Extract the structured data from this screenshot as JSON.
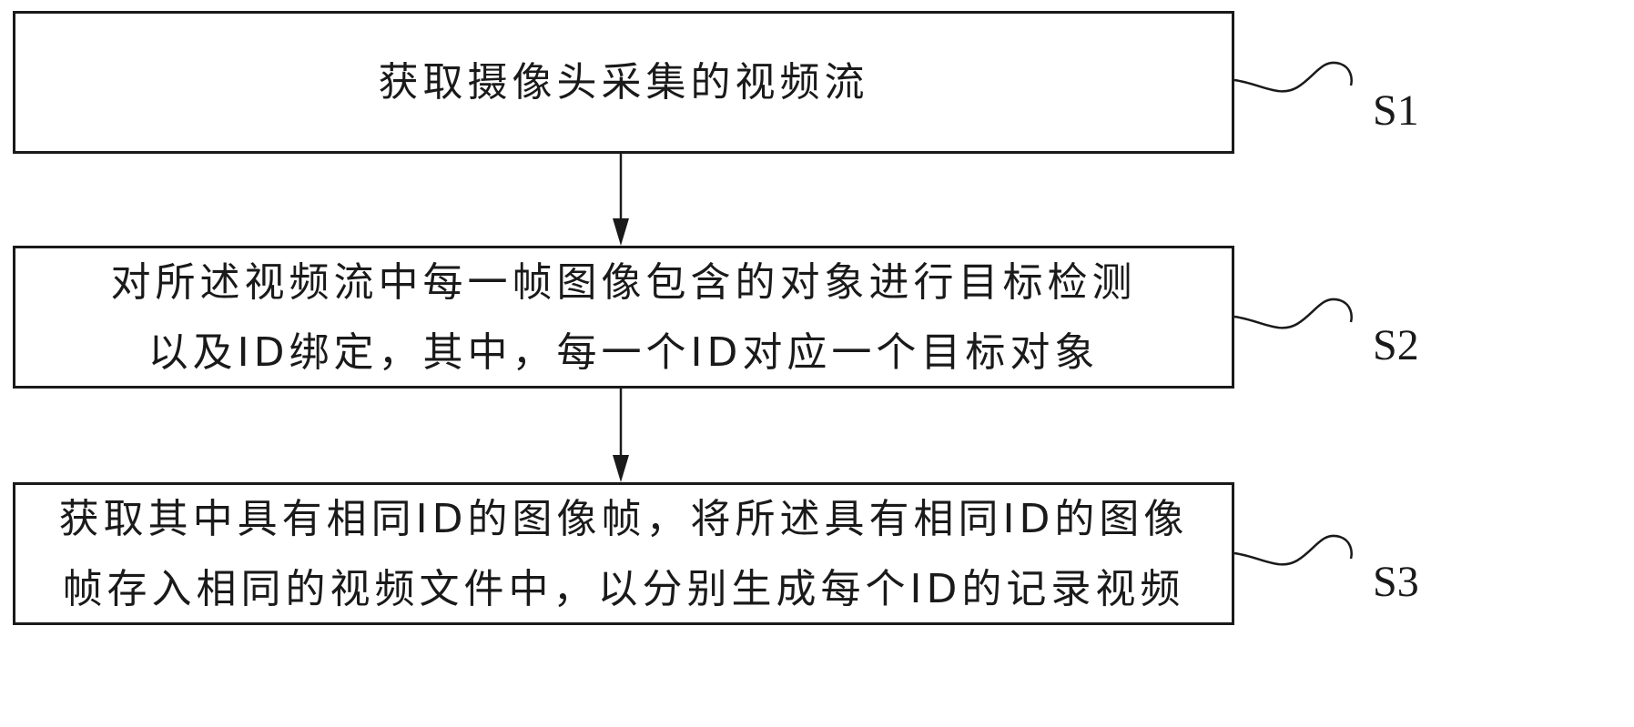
{
  "steps": [
    {
      "id": "S1",
      "label": "S1",
      "lines": [
        "获取摄像头采集的视频流"
      ]
    },
    {
      "id": "S2",
      "label": "S2",
      "lines": [
        "对所述视频流中每一帧图像包含的对象进行目标检测",
        "以及ID绑定，其中，每一个ID对应一个目标对象"
      ]
    },
    {
      "id": "S3",
      "label": "S3",
      "lines": [
        "获取其中具有相同ID的图像帧，将所述具有相同ID的图像",
        "帧存入相同的视频文件中，以分别生成每个ID的记录视频"
      ]
    }
  ],
  "colors": {
    "stroke": "#1a1a1a",
    "background": "#ffffff"
  }
}
